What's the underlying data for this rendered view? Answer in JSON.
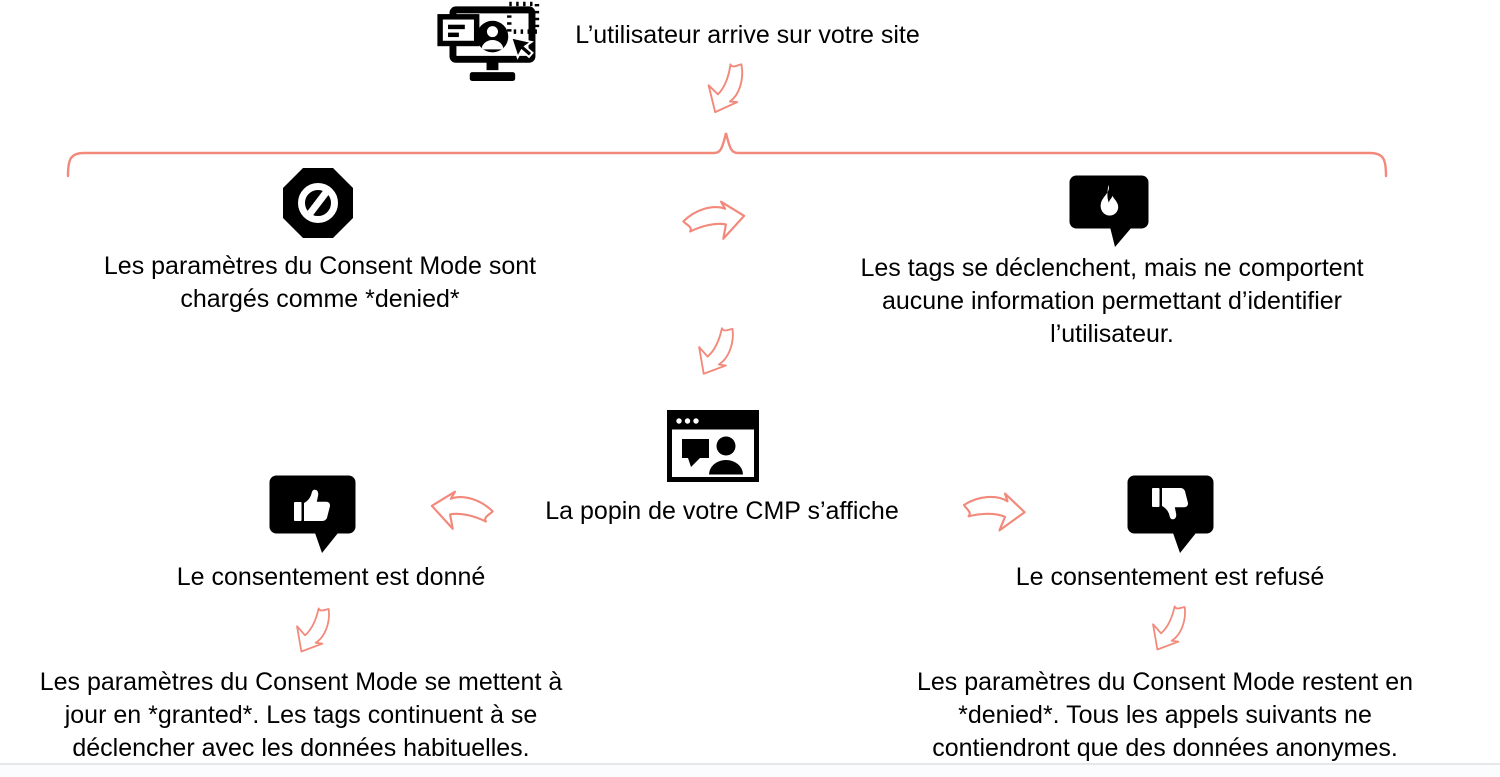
{
  "colors": {
    "accent": "#f2897b",
    "ink": "#000000",
    "background": "#ffffff",
    "divider": "#e6e7ea"
  },
  "icons": {
    "arrival": "user-arrives-on-site-icon",
    "denied_load": "blocked-sign-icon",
    "tags_fire": "tag-fire-bubble-icon",
    "cmp_popin": "cmp-popup-window-icon",
    "consent_given": "thumbs-up-bubble-icon",
    "consent_refused": "thumbs-down-bubble-icon"
  },
  "flow": {
    "arrival": {
      "label": "L’utilisateur arrive sur votre site"
    },
    "denied_load": {
      "lines": [
        "Les paramètres du Consent Mode sont",
        "chargés comme *denied*"
      ]
    },
    "tags_fire": {
      "lines": [
        "Les tags se déclenchent, mais ne comportent",
        "aucune information permettant d’identifier",
        "l’utilisateur."
      ]
    },
    "cmp_popin": {
      "label": "La popin de votre CMP s’affiche"
    },
    "consent_given": {
      "label": "Le consentement est donné"
    },
    "consent_refused": {
      "label": "Le consentement est refusé"
    },
    "result_granted": {
      "lines": [
        "Les paramètres du Consent Mode se mettent à",
        "jour en *granted*. Les tags continuent à se",
        "déclencher avec les données habituelles."
      ]
    },
    "result_denied": {
      "lines": [
        "Les paramètres du Consent Mode restent en",
        "*denied*. Tous les appels suivants ne",
        "contiendront que des données anonymes."
      ]
    }
  }
}
